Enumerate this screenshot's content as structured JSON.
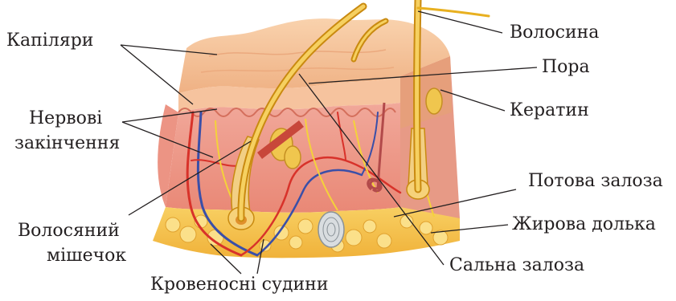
{
  "labels": {
    "capillaries": "Капіляри",
    "nerve_endings_1": "Нервові",
    "nerve_endings_2": "закінчення",
    "hair_follicle_1": "Волосяний",
    "hair_follicle_2": "мішечок",
    "blood_vessels": "Кровеносні судини",
    "hair": "Волосина",
    "pore": "Пора",
    "keratin": "Кератин",
    "sweat_gland": "Потова залоза",
    "fat_lobule": "Жирова долька",
    "sebaceous_gland": "Сальна залоза"
  },
  "colors": {
    "epidermis": "#f2b98c",
    "dermis": "#ef9a8a",
    "fat": "#f6c24a",
    "hair": "#e8b020",
    "artery": "#d8322a",
    "vein": "#3a4fa8",
    "nerve": "#f4d23a",
    "leader_line": "#231f20"
  }
}
